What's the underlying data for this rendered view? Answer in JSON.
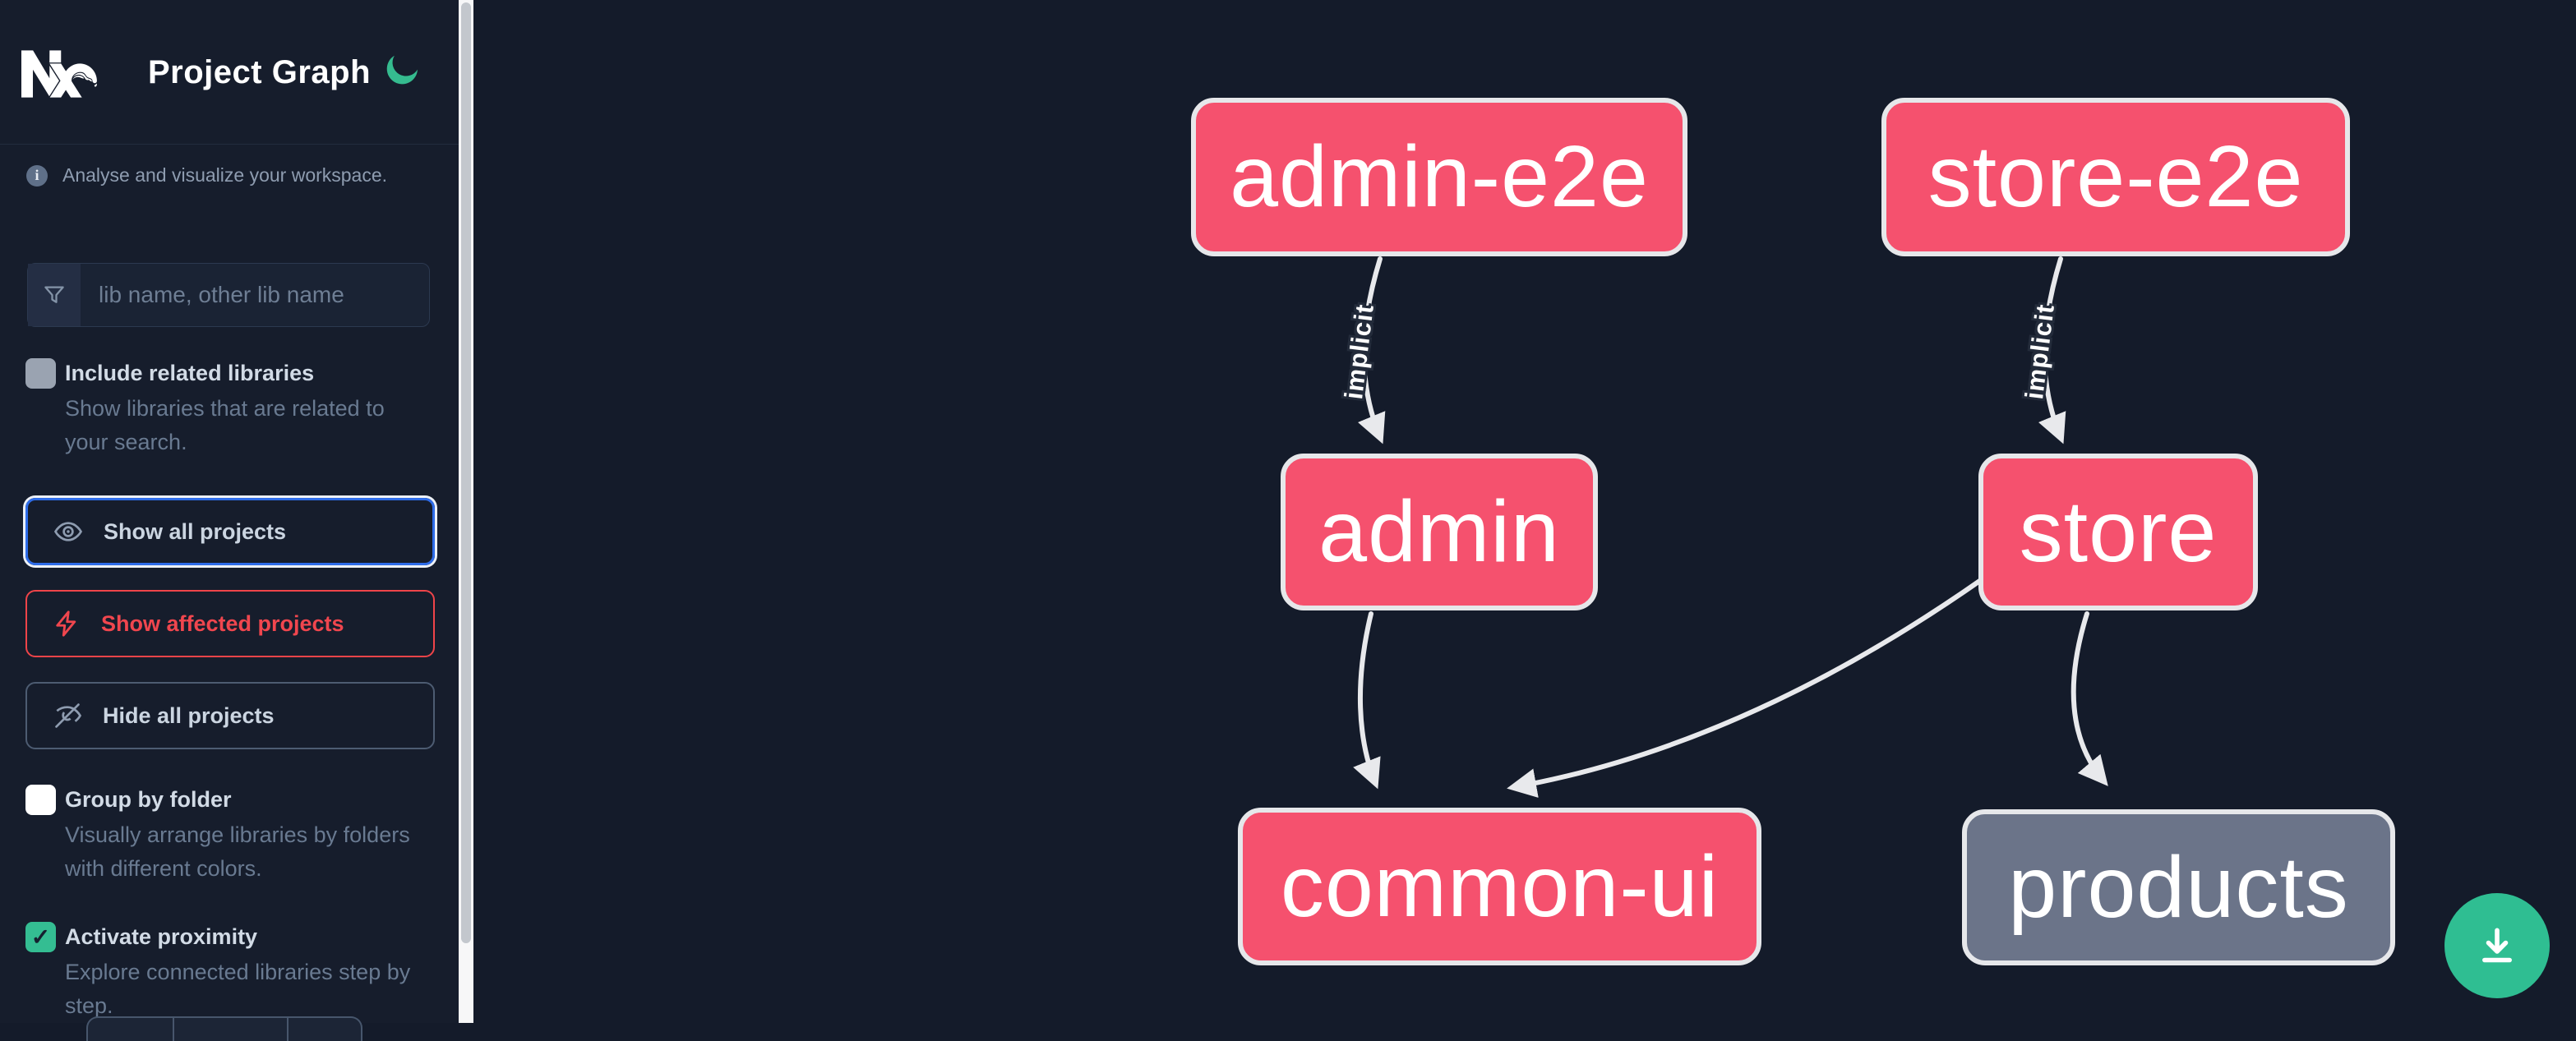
{
  "header": {
    "title": "Project Graph"
  },
  "sidebar": {
    "info_text": "Analyse and visualize your workspace.",
    "search": {
      "placeholder": "lib name, other lib name"
    },
    "include_related": {
      "label": "Include related libraries",
      "description": "Show libraries that are related to your search.",
      "checked": false
    },
    "actions": [
      {
        "label": "Show all projects",
        "icon": "eye-icon",
        "state": "focused"
      },
      {
        "label": "Show affected projects",
        "icon": "bolt-icon",
        "state": "affected"
      },
      {
        "label": "Hide all projects",
        "icon": "eye-off-icon",
        "state": "default"
      }
    ],
    "options": [
      {
        "label": "Group by folder",
        "description": "Visually arrange libraries by folders with different colors.",
        "checked": false
      },
      {
        "label": "Activate proximity",
        "description": "Explore connected libraries step by step.",
        "checked": true,
        "checkmark": "✓"
      }
    ]
  },
  "graph": {
    "nodes": [
      {
        "id": "admin-e2e",
        "label": "admin-e2e",
        "color": "pink"
      },
      {
        "id": "store-e2e",
        "label": "store-e2e",
        "color": "pink"
      },
      {
        "id": "admin",
        "label": "admin",
        "color": "pink"
      },
      {
        "id": "store",
        "label": "store",
        "color": "pink"
      },
      {
        "id": "common-ui",
        "label": "common-ui",
        "color": "pink"
      },
      {
        "id": "products",
        "label": "products",
        "color": "gray"
      }
    ],
    "edges": [
      {
        "from": "admin-e2e",
        "to": "admin",
        "label": "implicit"
      },
      {
        "from": "store-e2e",
        "to": "store",
        "label": "implicit"
      },
      {
        "from": "admin",
        "to": "common-ui",
        "label": ""
      },
      {
        "from": "store",
        "to": "common-ui",
        "label": ""
      },
      {
        "from": "store",
        "to": "products",
        "label": ""
      }
    ]
  },
  "colors": {
    "node_pink": "#f5516e",
    "node_gray": "#6b7489",
    "edge": "#e8e9ec",
    "accent_green": "#34bd92",
    "focus_blue": "#2e6ce8",
    "affected_red": "#ef4449",
    "background": "#141b2a"
  }
}
